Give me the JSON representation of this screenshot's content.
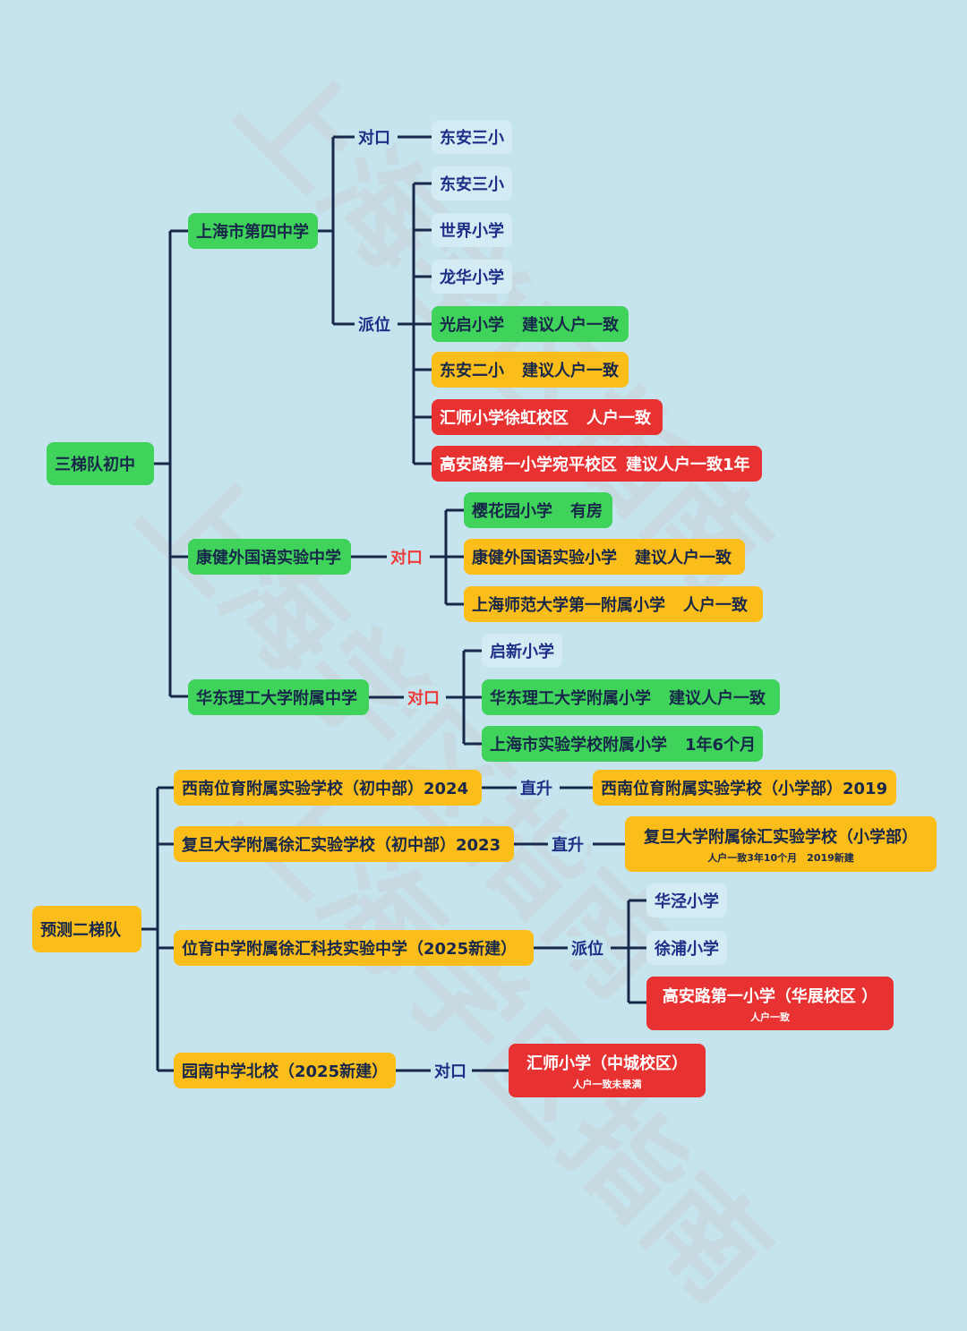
{
  "watermark": {
    "text": "上海学区指南"
  },
  "tree": [
    {
      "root": "三梯队初中",
      "schools": [
        {
          "name": "上海市第四中学",
          "relations": [
            {
              "type": "对口",
              "primaries": [
                {
                  "name": "东安三小",
                  "status": ""
                }
              ]
            },
            {
              "type": "派位",
              "primaries": [
                {
                  "name": "东安三小",
                  "status": ""
                },
                {
                  "name": "世界小学",
                  "status": ""
                },
                {
                  "name": "龙华小学",
                  "status": ""
                },
                {
                  "name": "光启小学",
                  "status": "建议人户一致"
                },
                {
                  "name": "东安二小",
                  "status": "建议人户一致"
                },
                {
                  "name": "汇师小学徐虹校区",
                  "status": "人户一致"
                },
                {
                  "name": "高安路第一小学宛平校区",
                  "status": "建议人户一致1年"
                }
              ]
            }
          ]
        },
        {
          "name": "康健外国语实验中学",
          "relations": [
            {
              "type": "对口",
              "primaries": [
                {
                  "name": "樱花园小学",
                  "status": "有房"
                },
                {
                  "name": "康健外国语实验小学",
                  "status": "建议人户一致"
                },
                {
                  "name": "上海师范大学第一附属小学",
                  "status": "人户一致"
                }
              ]
            }
          ]
        },
        {
          "name": "华东理工大学附属中学",
          "relations": [
            {
              "type": "对口",
              "primaries": [
                {
                  "name": "启新小学",
                  "status": ""
                },
                {
                  "name": "华东理工大学附属小学",
                  "status": "建议人户一致"
                },
                {
                  "name": "上海市实验学校附属小学",
                  "status": "1年6个月"
                }
              ]
            }
          ]
        }
      ]
    },
    {
      "root": "预测二梯队",
      "schools": [
        {
          "name": "西南位育附属实验学校（初中部）2024",
          "relations": [
            {
              "type": "直升",
              "primaries": [
                {
                  "name": "西南位育附属实验学校（小学部）2019",
                  "status": ""
                }
              ]
            }
          ]
        },
        {
          "name": "复旦大学附属徐汇实验学校（初中部）2023",
          "relations": [
            {
              "type": "直升",
              "primaries": [
                {
                  "name": "复旦大学附属徐汇实验学校（小学部）",
                  "status": "人户一致3年10个月　2019新建"
                }
              ]
            }
          ]
        },
        {
          "name": "位育中学附属徐汇科技实验中学（2025新建）",
          "relations": [
            {
              "type": "派位",
              "primaries": [
                {
                  "name": "华泾小学",
                  "status": ""
                },
                {
                  "name": "徐浦小学",
                  "status": ""
                },
                {
                  "name": "高安路第一小学（华展校区 ）",
                  "status": "人户一致"
                }
              ]
            }
          ]
        },
        {
          "name": "园南中学北校（2025新建）",
          "relations": [
            {
              "type": "对口",
              "primaries": [
                {
                  "name": "汇师小学（中城校区）",
                  "status": "人户一致未录满"
                }
              ]
            }
          ]
        }
      ]
    }
  ]
}
